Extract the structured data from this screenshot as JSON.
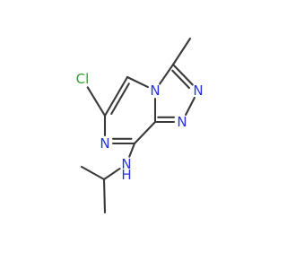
{
  "molecule": {
    "atoms": [
      {
        "id": "cl",
        "element": "Cl",
        "label": "Cl",
        "color": "#2ca02c"
      },
      {
        "id": "c6",
        "element": "C",
        "label": ""
      },
      {
        "id": "c5",
        "element": "C",
        "label": ""
      },
      {
        "id": "n4",
        "element": "N",
        "label": "N",
        "color": "#2532e0"
      },
      {
        "id": "c3",
        "element": "C",
        "label": ""
      },
      {
        "id": "me",
        "element": "C",
        "label": ""
      },
      {
        "id": "n2",
        "element": "N",
        "label": "N",
        "color": "#2532e0"
      },
      {
        "id": "n1",
        "element": "N",
        "label": "N",
        "color": "#2532e0"
      },
      {
        "id": "c8a",
        "element": "C",
        "label": ""
      },
      {
        "id": "c8",
        "element": "C",
        "label": ""
      },
      {
        "id": "n7",
        "element": "N",
        "label": "N",
        "color": "#2532e0"
      },
      {
        "id": "nh",
        "element": "N",
        "label": "N",
        "color": "#2532e0"
      },
      {
        "id": "h",
        "element": "H",
        "label": "H",
        "color": "#2532e0"
      },
      {
        "id": "ch",
        "element": "C",
        "label": ""
      },
      {
        "id": "me1",
        "element": "C",
        "label": ""
      },
      {
        "id": "me2",
        "element": "C",
        "label": ""
      }
    ],
    "bonds": [
      {
        "a": "cl",
        "b": "c6",
        "order": 1
      },
      {
        "a": "c6",
        "b": "c5",
        "order": 2
      },
      {
        "a": "c5",
        "b": "n4",
        "order": 1
      },
      {
        "a": "n4",
        "b": "c3",
        "order": 1
      },
      {
        "a": "c3",
        "b": "me",
        "order": 1
      },
      {
        "a": "c3",
        "b": "n2",
        "order": 2
      },
      {
        "a": "n2",
        "b": "n1",
        "order": 1
      },
      {
        "a": "n1",
        "b": "c8a",
        "order": 2
      },
      {
        "a": "c8a",
        "b": "n4",
        "order": 1
      },
      {
        "a": "c8a",
        "b": "c8",
        "order": 1
      },
      {
        "a": "c8",
        "b": "n7",
        "order": 2
      },
      {
        "a": "n7",
        "b": "c6",
        "order": 1
      },
      {
        "a": "c8",
        "b": "nh",
        "order": 1
      },
      {
        "a": "nh",
        "b": "ch",
        "order": 1
      },
      {
        "a": "ch",
        "b": "me1",
        "order": 1
      },
      {
        "a": "ch",
        "b": "me2",
        "order": 1
      }
    ]
  }
}
